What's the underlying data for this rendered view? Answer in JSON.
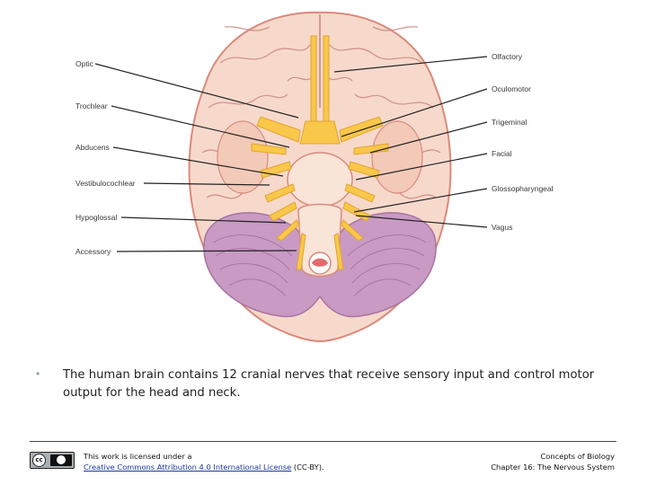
{
  "diagram": {
    "left_labels": [
      "Optic",
      "Trochlear",
      "Abducens",
      "Vestibulocochlear",
      "Hypoglossal",
      "Accessory"
    ],
    "right_labels": [
      "Olfactory",
      "Oculomotor",
      "Trigeminal",
      "Facial",
      "Glossopharyngeal",
      "Vagus"
    ],
    "colors": {
      "cerebrum": "#f7d9cc",
      "gyri_lines": "#c9827c",
      "nerves": "#f9c74a",
      "cerebellum": "#c99ac4",
      "leader_lines": "#222222"
    }
  },
  "caption": {
    "bullet": "•",
    "text": "The human brain contains 12 cranial nerves that receive sensory input and control motor output for the head and neck."
  },
  "footer": {
    "license_prefix": "This work is licensed under a",
    "license_link": "Creative Commons Attribution 4.0 International License",
    "license_suffix": " (CC-BY).",
    "course_title": "Concepts of Biology",
    "chapter": "Chapter 16: The Nervous System",
    "cc_badge": "cc"
  }
}
